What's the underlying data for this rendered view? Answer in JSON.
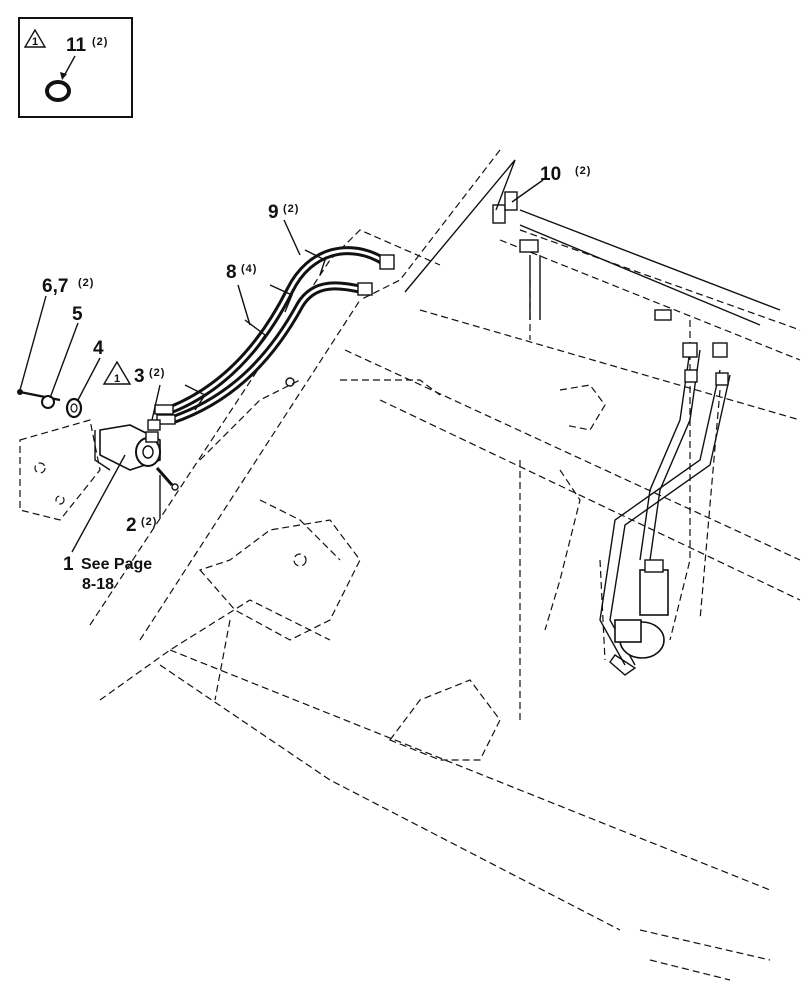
{
  "callouts": [
    {
      "id": "c11",
      "num": "11",
      "qty": "(2)",
      "note": null,
      "warning": true
    },
    {
      "id": "c10",
      "num": "10",
      "qty": "(2)",
      "note": null,
      "warning": false
    },
    {
      "id": "c9",
      "num": "9",
      "qty": "(2)",
      "note": null,
      "warning": false
    },
    {
      "id": "c8",
      "num": "8",
      "qty": "(4)",
      "note": null,
      "warning": false
    },
    {
      "id": "c67",
      "num": "6,7",
      "qty": "(2)",
      "note": null,
      "warning": false
    },
    {
      "id": "c5",
      "num": "5",
      "qty": "",
      "note": null,
      "warning": false
    },
    {
      "id": "c4",
      "num": "4",
      "qty": "",
      "note": null,
      "warning": false
    },
    {
      "id": "c3",
      "num": "3",
      "qty": "(2)",
      "note": null,
      "warning": true
    },
    {
      "id": "c2",
      "num": "2",
      "qty": "(2)",
      "note": null,
      "warning": false
    },
    {
      "id": "c1",
      "num": "1",
      "qty": "",
      "note": "See Page",
      "warning": false
    }
  ],
  "page_ref": "8-18",
  "warning_symbol": "1",
  "colors": {
    "ink": "#111111",
    "background": "#ffffff"
  }
}
